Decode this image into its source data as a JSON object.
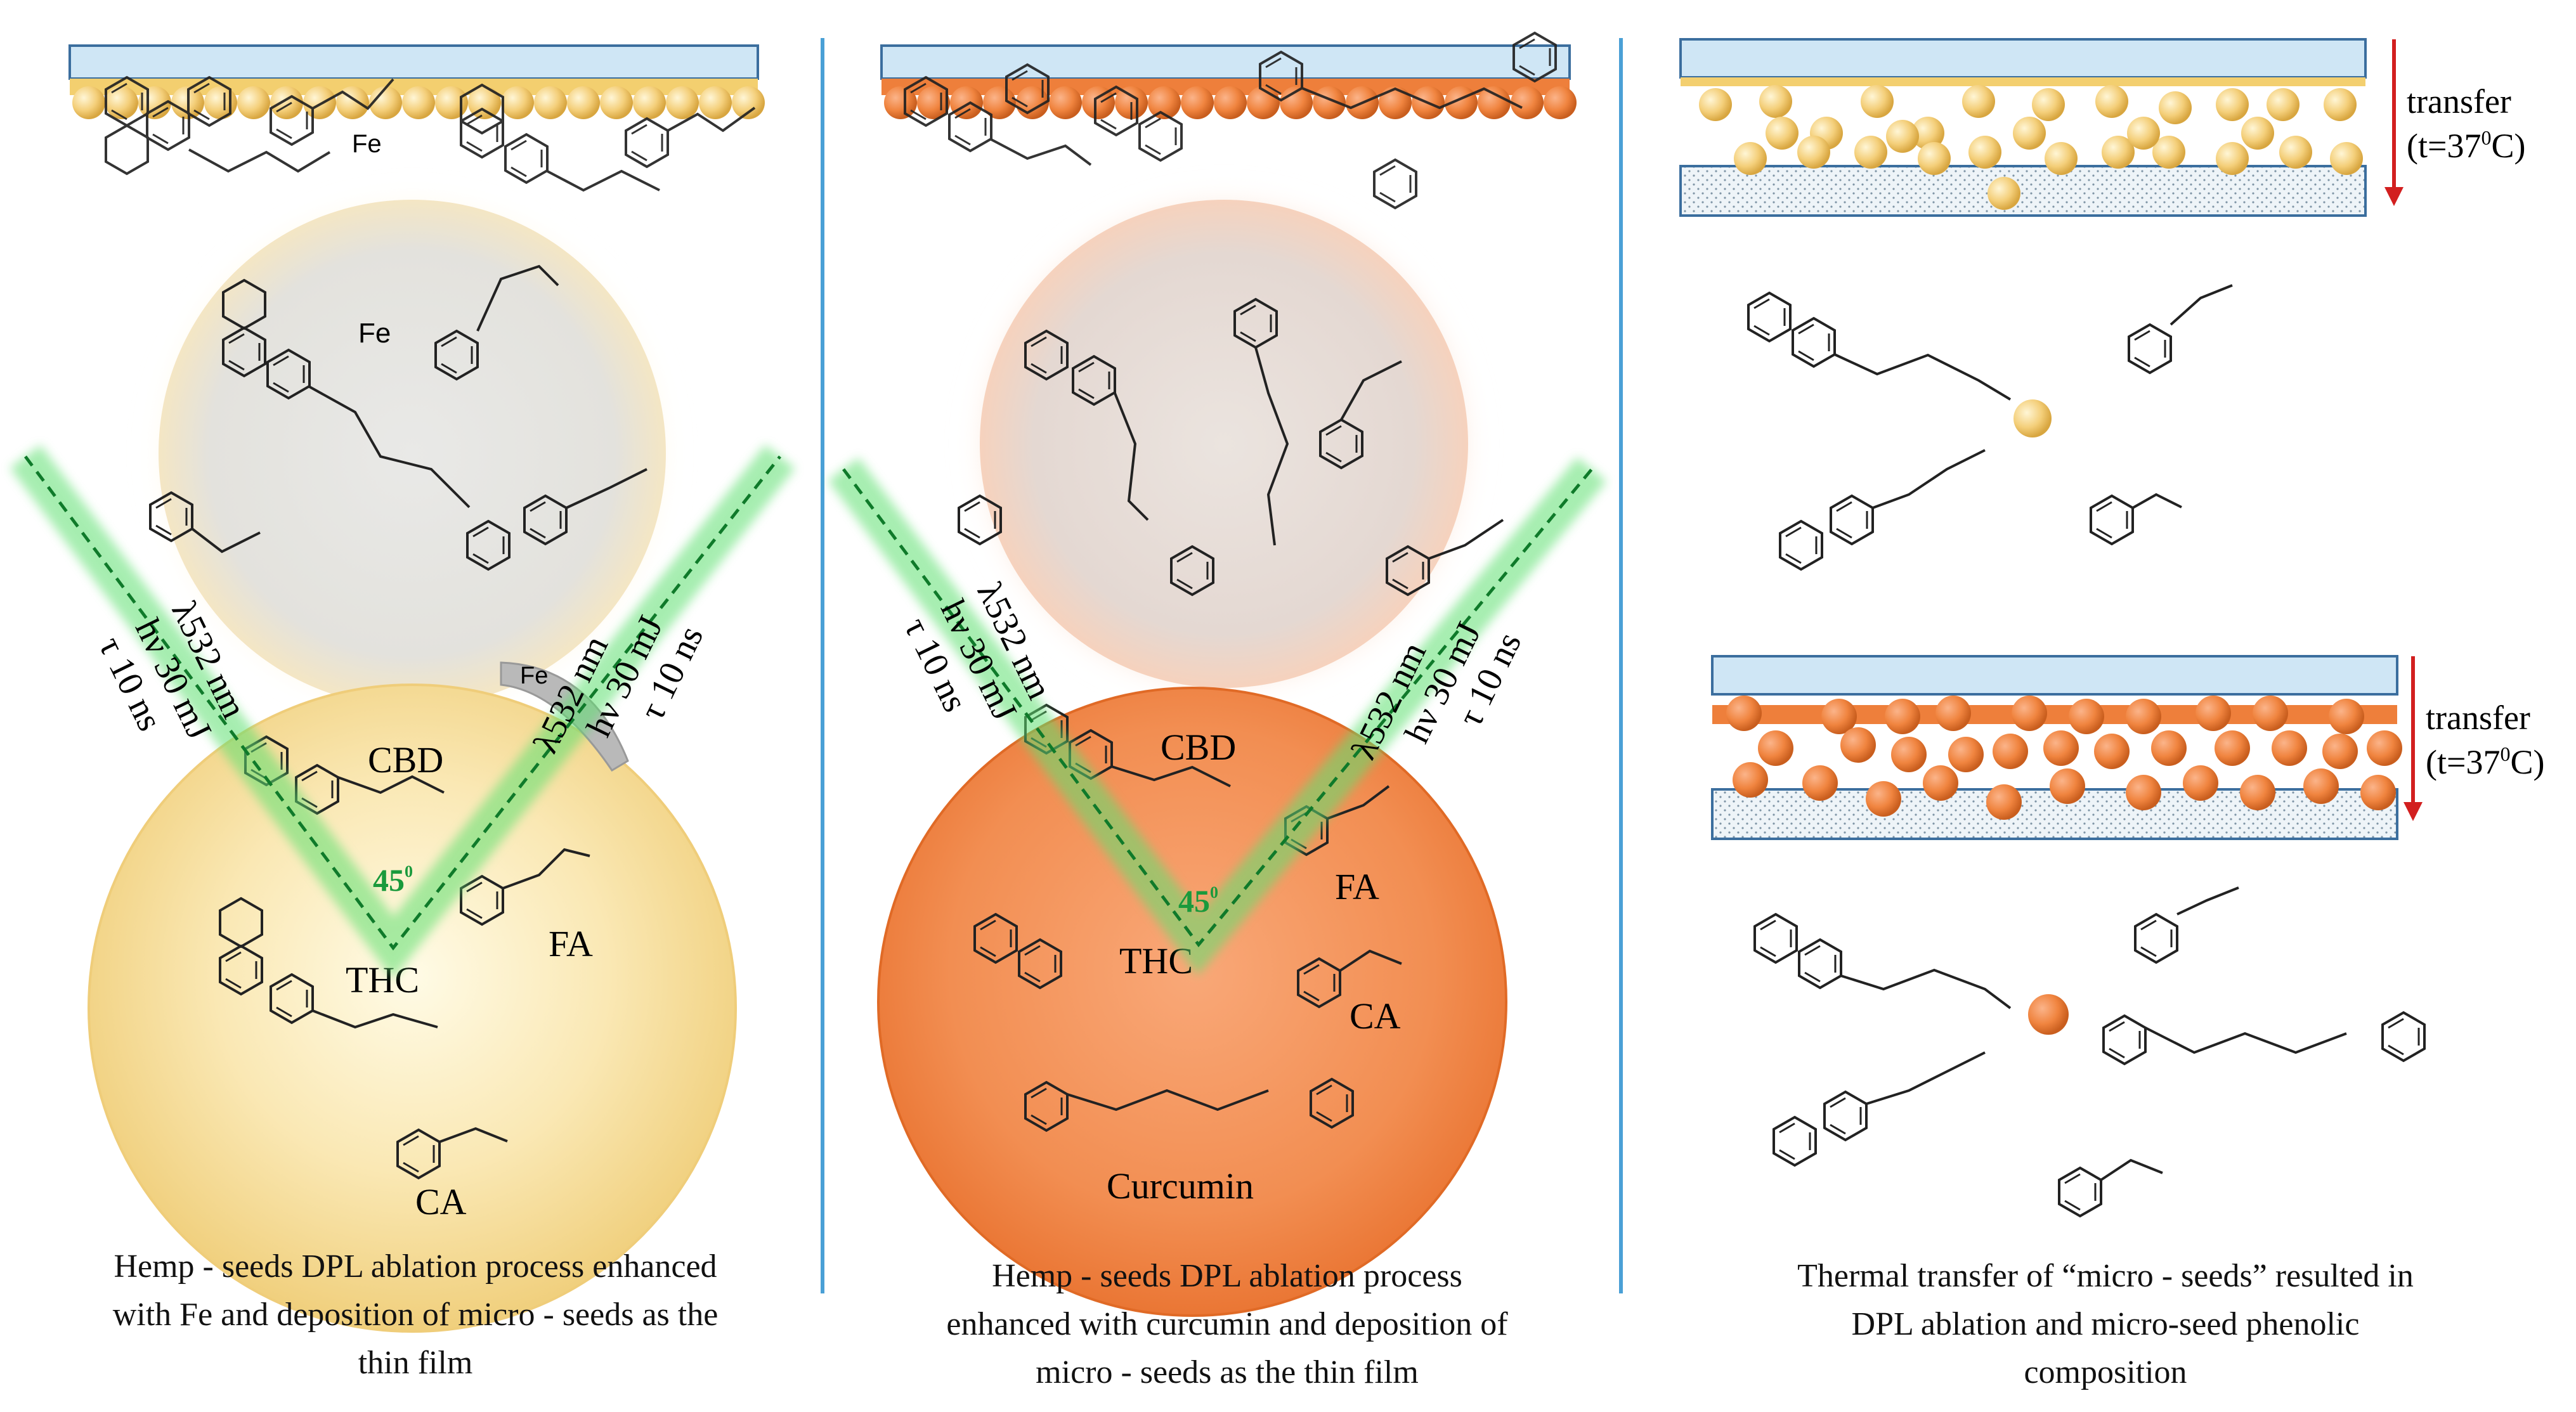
{
  "panel1": {
    "metal_label": "Fe",
    "fe_cap_label": "Fe",
    "compounds": {
      "cbd": "CBD",
      "fa": "FA",
      "thc": "THC",
      "ca": "CA"
    },
    "angle": "45",
    "angle_unit": "0",
    "laser_left": {
      "wavelength": "λ532 nm",
      "energy": "hν 30 mJ",
      "pulse": "τ 10 ns"
    },
    "laser_right": {
      "wavelength": "λ532 nm",
      "energy": "hν 30 mJ",
      "pulse": "τ 10 ns"
    },
    "caption_lines": [
      "Hemp - seeds DPL ablation process enhanced",
      "with  Fe and deposition of micro - seeds as the",
      "thin film"
    ]
  },
  "panel2": {
    "compounds": {
      "cbd": "CBD",
      "fa": "FA",
      "thc": "THC",
      "ca": "CA",
      "curcumin": "Curcumin"
    },
    "angle": "45",
    "angle_unit": "0",
    "laser_left": {
      "wavelength": "λ532 nm",
      "energy": "hν 30 mJ",
      "pulse": "τ 10 ns"
    },
    "laser_right": {
      "wavelength": "λ532 nm",
      "energy": "hν 30 mJ",
      "pulse": "τ 10 ns"
    },
    "caption_lines": [
      "Hemp - seeds DPL ablation process",
      "enhanced with  curcumin  and deposition of",
      "micro - seeds as the thin film"
    ]
  },
  "panel3": {
    "transfer_top": {
      "label": "transfer",
      "temp_prefix": "(t=37",
      "temp_sup": "0",
      "temp_suffix": "C)"
    },
    "transfer_bottom": {
      "label": "transfer",
      "temp_prefix": "(t=37",
      "temp_sup": "0",
      "temp_suffix": "C)"
    },
    "caption_lines": [
      "Thermal transfer of  “micro - seeds” resulted in",
      "DPL ablation and micro-seed phenolic",
      "composition"
    ]
  },
  "colors": {
    "laser": "#2fd04a",
    "laser_dash": "#0f7a2a",
    "angle_label": "#1a9a3c",
    "yellow_seed": "#f4cf7a",
    "orange_seed": "#f0843f",
    "glass": "#cfe6f5",
    "glass_edge": "#3b6e9e",
    "divider": "#4aa0d6",
    "arrow": "#d21f1f"
  }
}
